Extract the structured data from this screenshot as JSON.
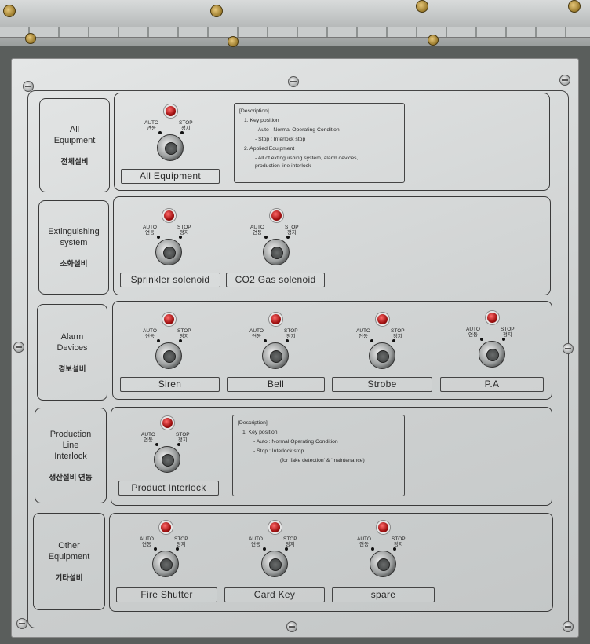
{
  "rows": [
    {
      "label_en": [
        "All",
        "Equipment"
      ],
      "label_ko": "전체설비",
      "switches": [
        {
          "name": "All Equipment",
          "auto": [
            "AUTO",
            "연동"
          ],
          "stop": [
            "STOP",
            "정지"
          ]
        }
      ],
      "description": [
        "[Description]",
        "1. Key position",
        "- Auto : Normal Operating Condition",
        "- Stop : Interlock stop",
        "2. Applied Equipment",
        "- All of extinguishing system, alarm devices,",
        "production line interlock"
      ]
    },
    {
      "label_en": [
        "Extinguishing",
        "system"
      ],
      "label_ko": "소화설비",
      "switches": [
        {
          "name": "Sprinkler solenoid",
          "auto": [
            "AUTO",
            "연동"
          ],
          "stop": [
            "STOP",
            "정지"
          ]
        },
        {
          "name": "CO2 Gas solenoid",
          "auto": [
            "AUTO",
            "연동"
          ],
          "stop": [
            "STOP",
            "정지"
          ]
        }
      ]
    },
    {
      "label_en": [
        "Alarm",
        "Devices"
      ],
      "label_ko": "경보설비",
      "switches": [
        {
          "name": "Siren",
          "auto": [
            "AUTO",
            "연동"
          ],
          "stop": [
            "STOP",
            "정지"
          ]
        },
        {
          "name": "Bell",
          "auto": [
            "AUTO",
            "연동"
          ],
          "stop": [
            "STOP",
            "정지"
          ]
        },
        {
          "name": "Strobe",
          "auto": [
            "AUTO",
            "연동"
          ],
          "stop": [
            "STOP",
            "정지"
          ]
        },
        {
          "name": "P.A",
          "auto": [
            "AUTO",
            "연동"
          ],
          "stop": [
            "STOP",
            "정지"
          ]
        }
      ]
    },
    {
      "label_en": [
        "Production",
        "Line",
        "Interlock"
      ],
      "label_ko": "생산설비 연동",
      "switches": [
        {
          "name": "Product Interlock",
          "auto": [
            "AUTO",
            "연동"
          ],
          "stop": [
            "STOP",
            "정지"
          ]
        }
      ],
      "description": [
        "[Description]",
        "1. Key position",
        "- Auto : Normal Operating Condition",
        "- Stop : Interlock stop",
        "(for 'fake detection' & 'maintenance)"
      ]
    },
    {
      "label_en": [
        "Other",
        "Equipment"
      ],
      "label_ko": "기타설비",
      "switches": [
        {
          "name": "Fire Shutter",
          "auto": [
            "AUTO",
            "연동"
          ],
          "stop": [
            "STOP",
            "정지"
          ]
        },
        {
          "name": "Card Key",
          "auto": [
            "AUTO",
            "연동"
          ],
          "stop": [
            "STOP",
            "정지"
          ]
        },
        {
          "name": "spare",
          "auto": [
            "AUTO",
            "연동"
          ],
          "stop": [
            "STOP",
            "정지"
          ]
        }
      ]
    }
  ],
  "colors": {
    "lamp": "#b01515",
    "panel": "#d4d6d6",
    "ink": "#2a2a2a"
  }
}
